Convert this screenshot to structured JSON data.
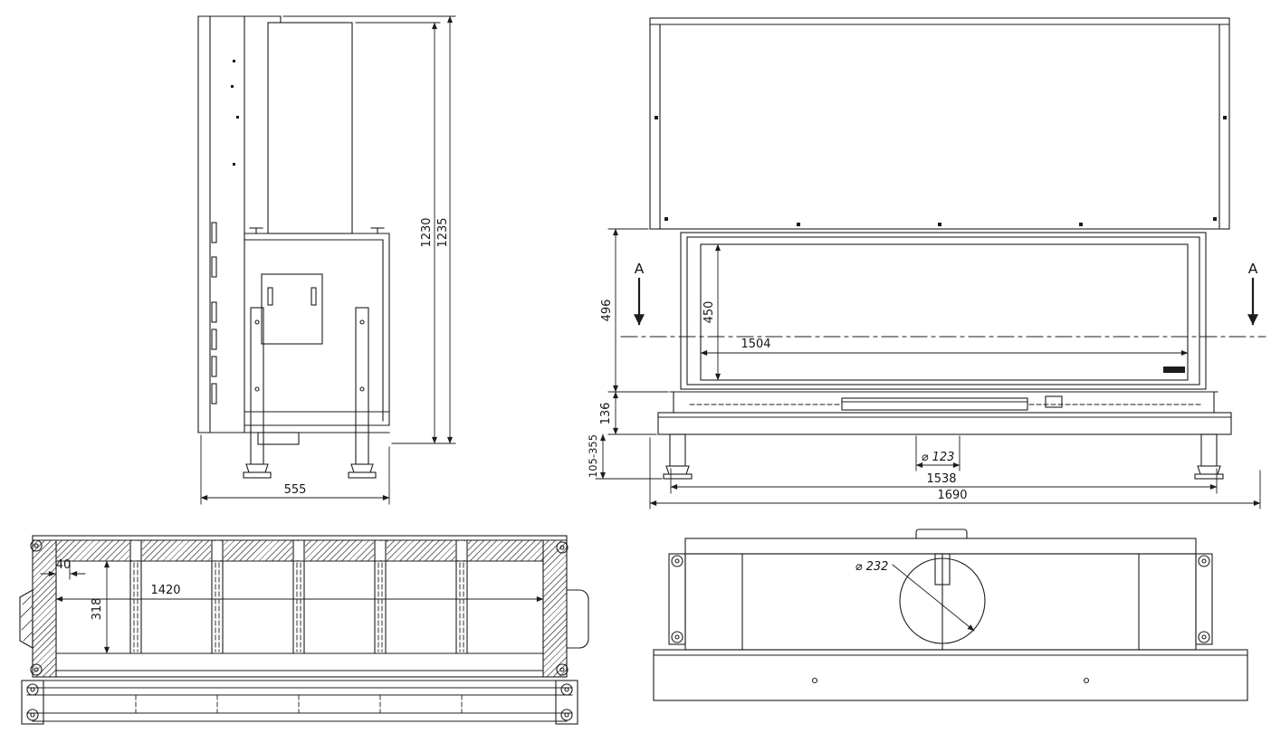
{
  "drawing": {
    "side": {
      "d1230": "1230",
      "d1235": "1235",
      "d555": "555"
    },
    "front": {
      "d496": "496",
      "d450": "450",
      "d1504": "1504",
      "d136": "136",
      "d105_355": "105-355",
      "dDia123": "⌀ 123",
      "d1538": "1538",
      "d1690": "1690",
      "sectionA": "A"
    },
    "plan": {
      "d40": "40",
      "d1420": "1420",
      "d318": "318"
    },
    "rear": {
      "dDia232": "⌀ 232"
    }
  },
  "colors": {
    "line": "#1c1c1c",
    "background": "#ffffff"
  }
}
